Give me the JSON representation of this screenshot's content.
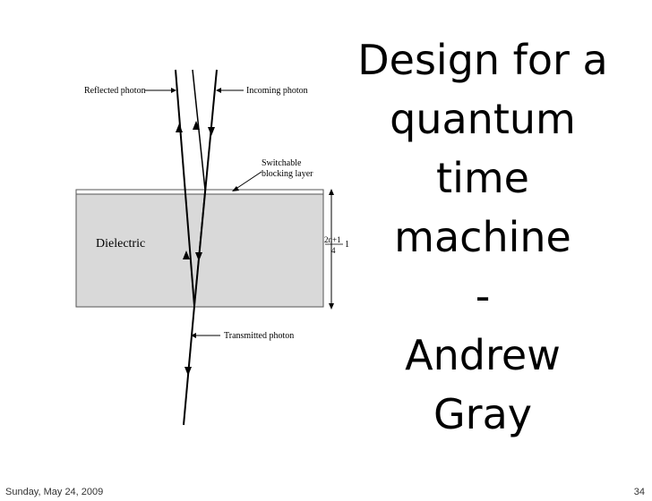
{
  "title_lines": [
    "Design for a",
    "quantum",
    "time",
    "machine",
    "-",
    "Andrew",
    "Gray"
  ],
  "diagram": {
    "label_reflected": "Reflected photon",
    "label_incoming": "Incoming photon",
    "label_switchable_1": "Switchable",
    "label_switchable_2": "blocking layer",
    "label_dielectric": "Dielectric",
    "label_thickness_num": "2n+1",
    "label_thickness_den": "4",
    "label_thickness_suffix": "1",
    "label_transmitted": "Transmitted photon"
  },
  "footer": {
    "date": "Sunday, May 24, 2009",
    "page": "34"
  },
  "colors": {
    "background": "#ffffff",
    "dielectric_fill": "#d9d9d9",
    "line": "#000000"
  }
}
